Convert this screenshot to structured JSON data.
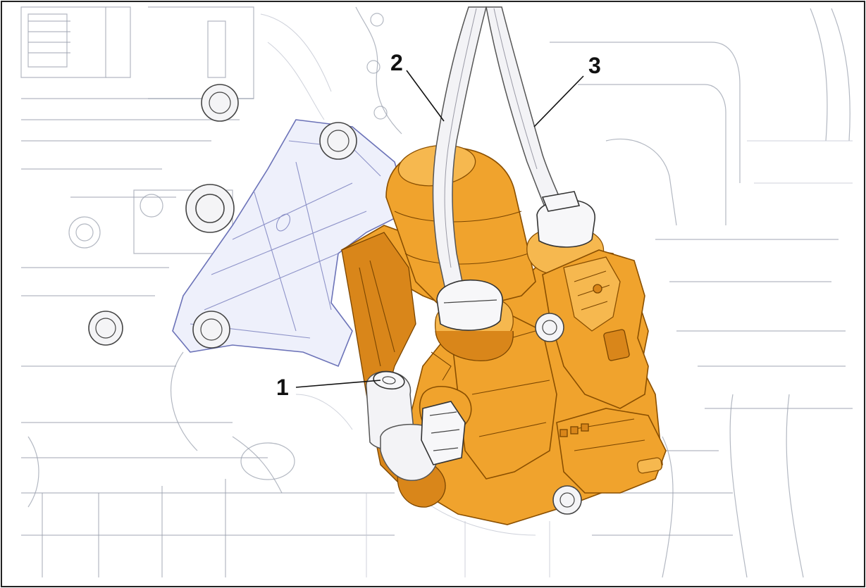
{
  "callouts": {
    "c1": "1",
    "c2": "2",
    "c3": "3"
  },
  "colors": {
    "highlight_part": "#f0a32d",
    "bracket": "#eef0fb",
    "background_lines": "#9aa0ad"
  }
}
